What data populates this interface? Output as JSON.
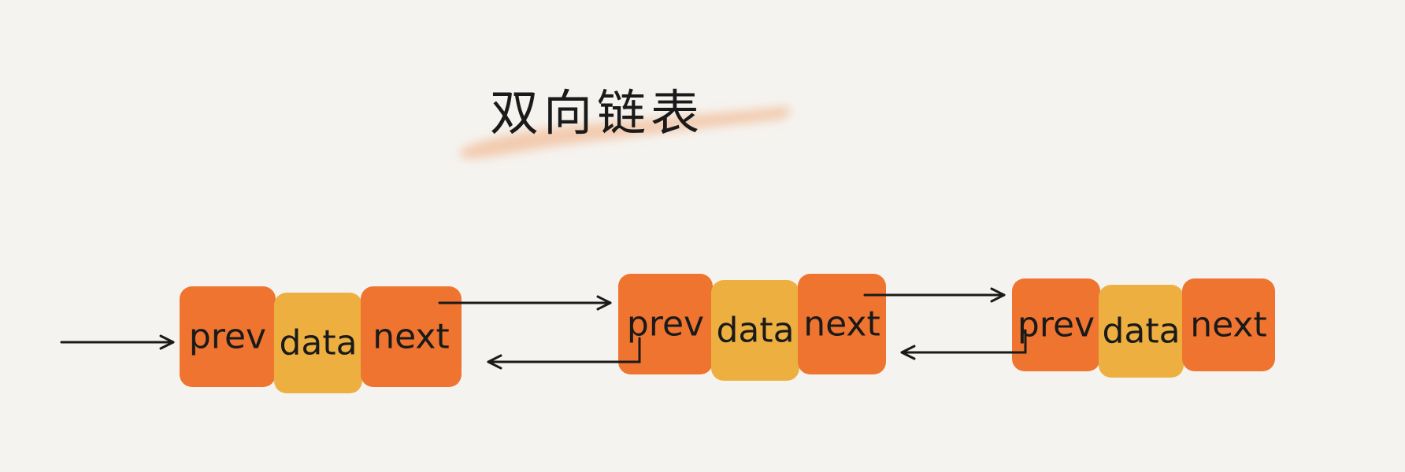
{
  "title": "双向链表",
  "colors": {
    "background": "#f5f3ef",
    "pointer_cell": "#ee742f",
    "data_cell": "#edb040",
    "highlight": "#f2c4a4",
    "ink": "#1a1a1a"
  },
  "nodes": [
    {
      "cells": [
        {
          "label": "prev",
          "kind": "pointer"
        },
        {
          "label": "data",
          "kind": "data"
        },
        {
          "label": "next",
          "kind": "pointer"
        }
      ]
    },
    {
      "cells": [
        {
          "label": "prev",
          "kind": "pointer"
        },
        {
          "label": "data",
          "kind": "data"
        },
        {
          "label": "next",
          "kind": "pointer"
        }
      ]
    },
    {
      "cells": [
        {
          "label": "prev",
          "kind": "pointer"
        },
        {
          "label": "data",
          "kind": "data"
        },
        {
          "label": "next",
          "kind": "pointer"
        }
      ]
    }
  ]
}
